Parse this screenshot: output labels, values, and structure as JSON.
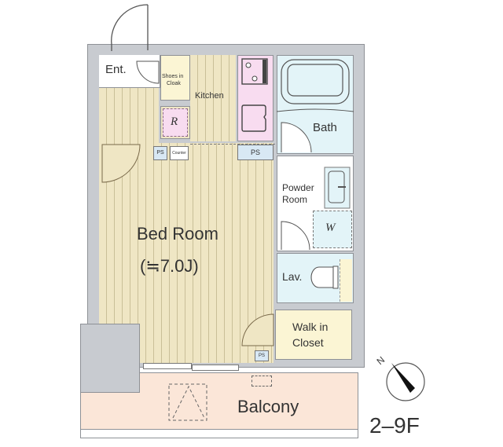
{
  "floorplan": {
    "rooms": {
      "entrance": "Ent.",
      "shoes_cloak_line1": "Shoes in",
      "shoes_cloak_line2": "Cloak",
      "kitchen": "Kitchen",
      "refrigerator": "R",
      "bath": "Bath",
      "powder_room_line1": "Powder",
      "powder_room_line2": "Room",
      "washer": "W",
      "lavatory": "Lav.",
      "bedroom_name": "Bed Room",
      "bedroom_size": "(≒7.0J)",
      "walk_in_closet_line1": "Walk in",
      "walk_in_closet_line2": "Closet",
      "balcony": "Balcony"
    },
    "fixtures": {
      "ps_1": "PS",
      "counter": "Counter",
      "ps_2": "PS",
      "ps_3": "PS"
    },
    "compass": {
      "north_label": "N"
    },
    "floor_range": "2–9F",
    "colors": {
      "wall": "#c8cbd0",
      "wood_floor": "#efe6c4",
      "kitchen_pink": "#f8dcf0",
      "wet_area_blue": "#e3f4f8",
      "closet_yellow": "#fbf5d4",
      "balcony_peach": "#fbe6d8",
      "entrance_white": "#ffffff"
    }
  }
}
